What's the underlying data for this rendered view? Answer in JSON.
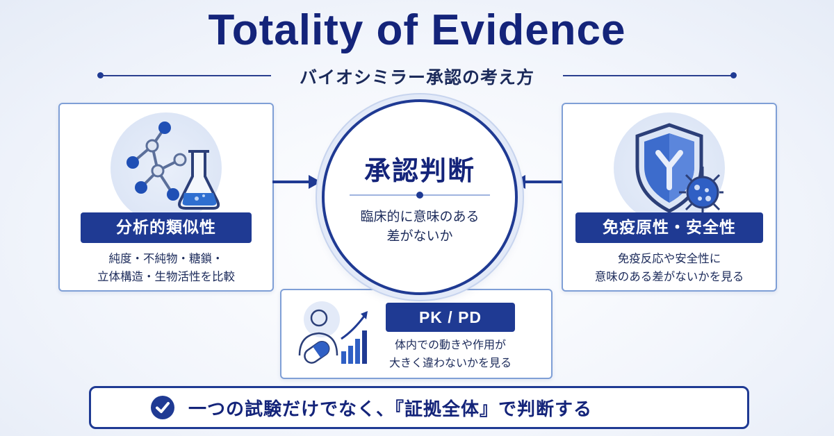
{
  "title": "Totality of Evidence",
  "subtitle": "バイオシミラー承認の考え方",
  "center": {
    "title": "承認判断",
    "description_line1": "臨床的に意味のある",
    "description_line2": "差がないか"
  },
  "left": {
    "badge": "分析的類似性",
    "description_line1": "純度・不純物・糖鎖・",
    "description_line2": "立体構造・生物活性を比較",
    "icon": "molecule-flask-icon"
  },
  "right": {
    "badge": "免疫原性・安全性",
    "description_line1": "免疫反応や安全性に",
    "description_line2": "意味のある差がないかを見る",
    "icon": "shield-antibody-icon"
  },
  "bottom": {
    "badge": "PK / PD",
    "description_line1": "体内での動きや作用が",
    "description_line2": "大きく違わないかを見る",
    "icon": "body-pill-chart-icon"
  },
  "conclusion": {
    "text": "一つの試験だけでなく、『証拠全体』で判断する",
    "icon": "check-icon"
  },
  "colors": {
    "primary": "#1f3a93",
    "title": "#14247a",
    "panel_border": "#7f9fd6"
  }
}
